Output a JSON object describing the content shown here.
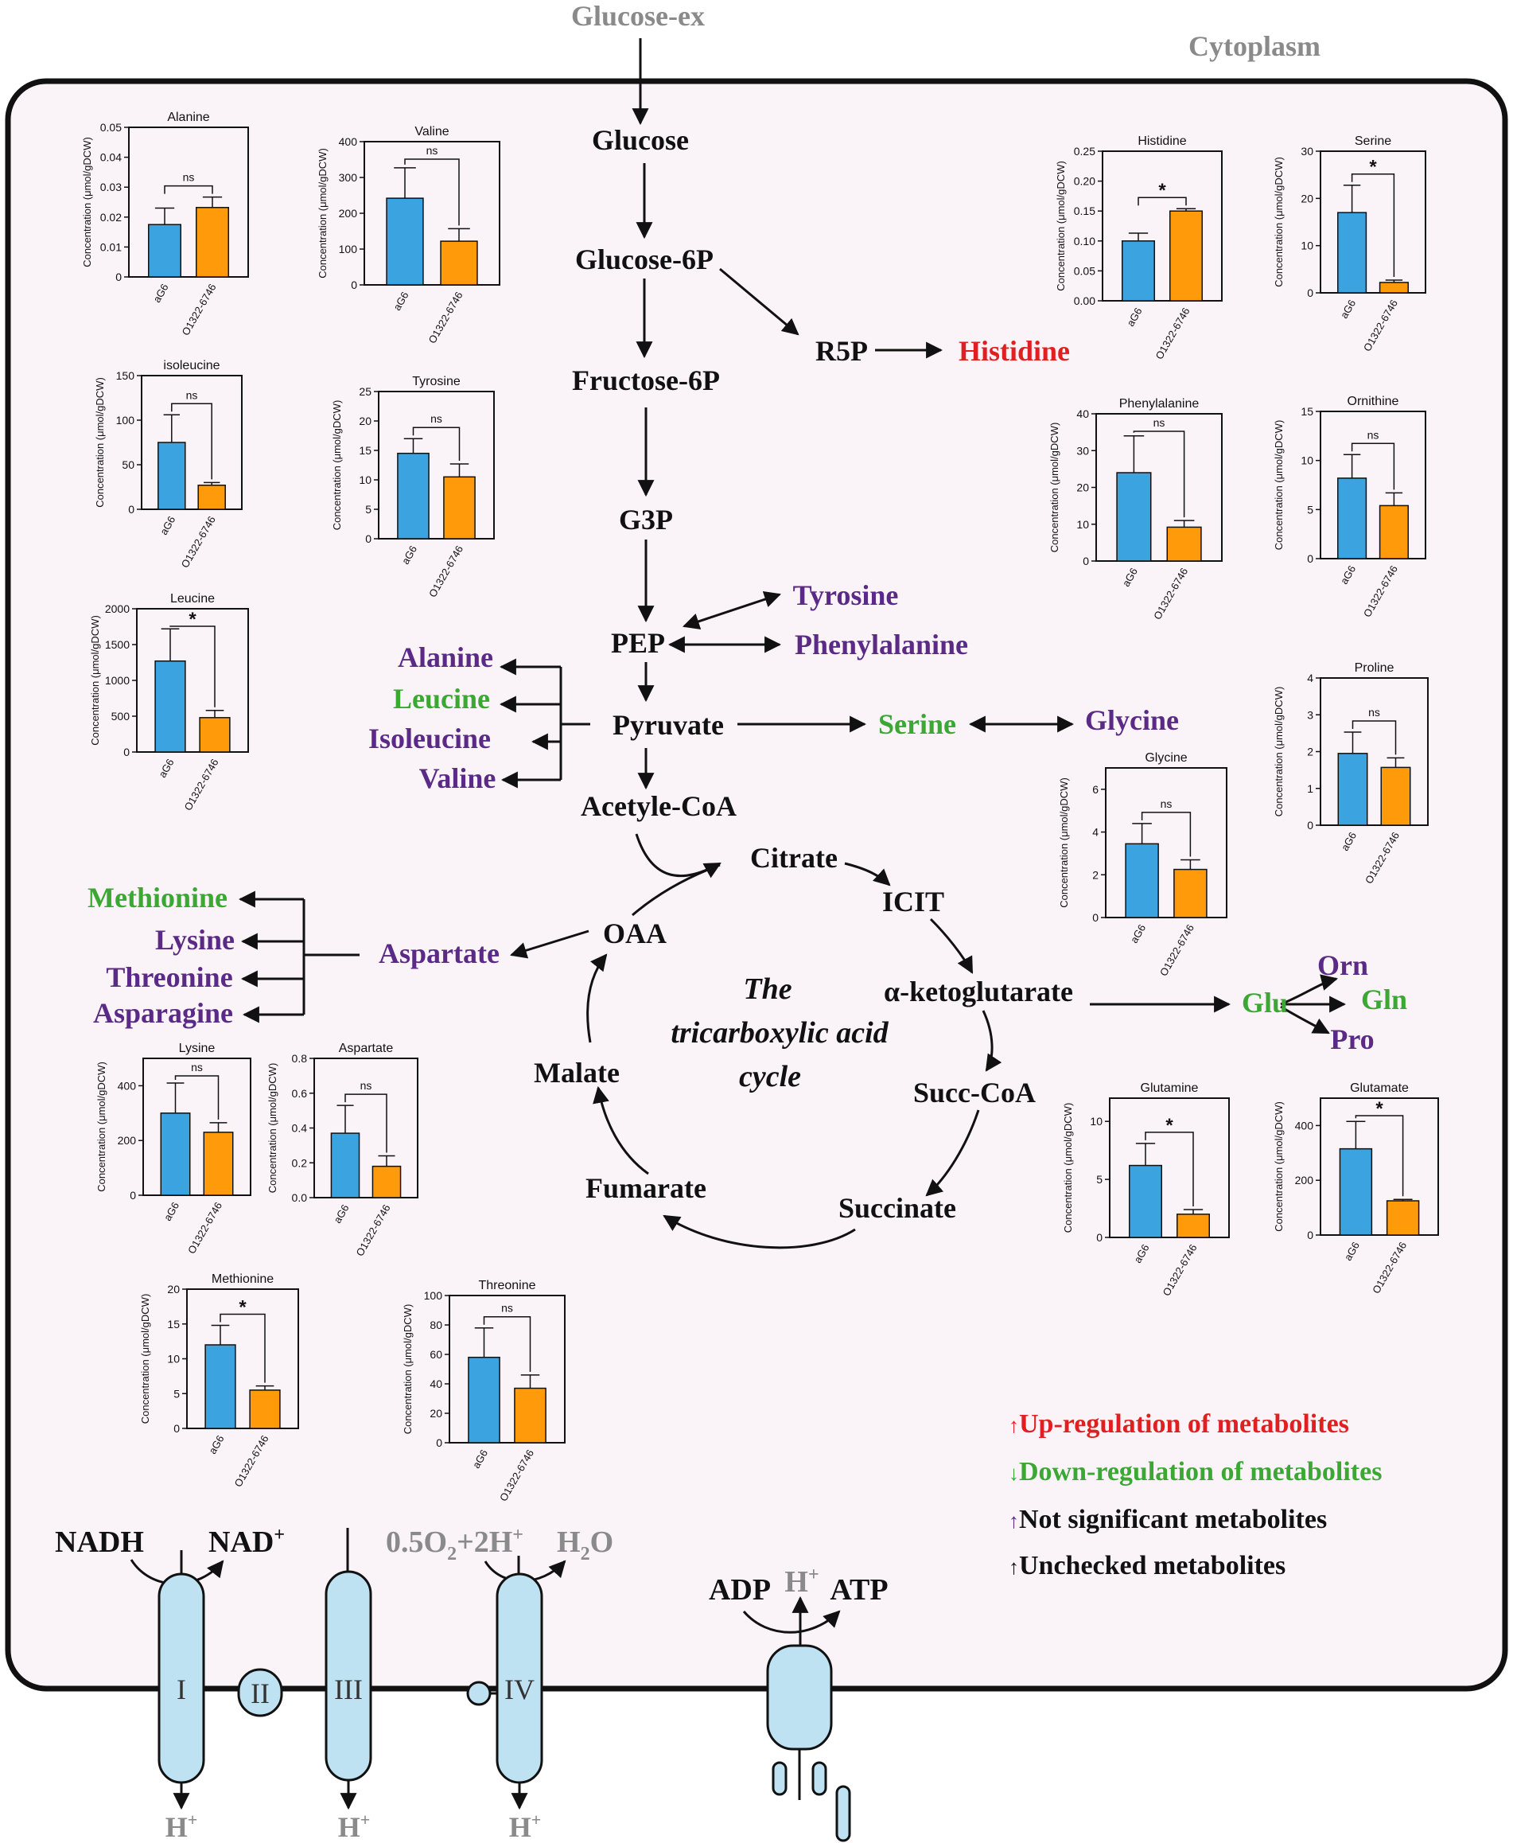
{
  "colors": {
    "up": "#e02020",
    "down": "#3aa832",
    "ns": "#5a2a86",
    "unchecked": "#111111",
    "external": "#8a8a8a",
    "bar_control": "#3aa3e0",
    "bar_mutant": "#ff9a0a",
    "cell_bg": "#faf4f8",
    "complex": "#bfe2f2"
  },
  "labels": {
    "glucose_ex": "Glucose-ex",
    "cytoplasm": "Cytoplasm",
    "tca_line1": "The",
    "tca_line2": "tricarboxylic acid",
    "tca_line3": "cycle"
  },
  "nodes": {
    "glucose": "Glucose",
    "glucose6p": "Glucose-6P",
    "fructose6p": "Fructose-6P",
    "g3p": "G3P",
    "pep": "PEP",
    "pyruvate": "Pyruvate",
    "acetylcoa": "Acetyle-CoA",
    "citrate": "Citrate",
    "icit": "ICIT",
    "akg": "α-ketoglutarate",
    "succcoa": "Succ-CoA",
    "succinate": "Succinate",
    "fumarate": "Fumarate",
    "malate": "Malate",
    "oaa": "OAA",
    "r5p": "R5P",
    "histidine": "Histidine",
    "tyrosine": "Tyrosine",
    "phenylalanine": "Phenylalanine",
    "alanine": "Alanine",
    "leucine": "Leucine",
    "isoleucine": "Isoleucine",
    "valine": "Valine",
    "serine": "Serine",
    "glycine": "Glycine",
    "aspartate": "Aspartate",
    "methionine": "Methionine",
    "lysine": "Lysine",
    "threonine": "Threonine",
    "asparagine": "Asparagine",
    "glu": "Glu",
    "orn": "Orn",
    "gln": "Gln",
    "pro": "Pro"
  },
  "legend": {
    "up": {
      "arrow": "↑",
      "text": "Up-regulation of metabolites"
    },
    "down": {
      "arrow": "↓",
      "text": "Down-regulation of metabolites"
    },
    "ns": {
      "arrow": "↑",
      "text": "Not significant metabolites"
    },
    "unchecked": {
      "arrow": "↑",
      "text": "Unchecked metabolites"
    }
  },
  "etc": {
    "nadh": "NADH",
    "nad": "NAD",
    "nad_sup": "+",
    "o2": "0.5O",
    "o2_sub": "2",
    "o2_rest": "+2H",
    "o2_sup": "+",
    "h2o_h": "H",
    "h2o_sub": "2",
    "h2o_o": "O",
    "adp": "ADP",
    "atp": "ATP",
    "h": "H",
    "h_sup": "+",
    "complex_i": "I",
    "complex_ii": "II",
    "complex_iii": "III",
    "complex_iv": "IV"
  },
  "chart_data": [
    {
      "type": "bar",
      "title": "Alanine",
      "categories": [
        "aG6",
        "O1322-6746"
      ],
      "values": [
        0.0175,
        0.0232
      ],
      "errors": [
        0.0055,
        0.0035
      ],
      "ylabel": "Concentration (μmol/gDCW)",
      "ylim": [
        0,
        0.05
      ],
      "yticks": [
        "0",
        "0.01",
        "0.02",
        "0.03",
        "0.04",
        "0.05"
      ],
      "significance": "ns"
    },
    {
      "type": "bar",
      "title": "Valine",
      "categories": [
        "aG6",
        "O1322-6746"
      ],
      "values": [
        242,
        122
      ],
      "errors": [
        85,
        35
      ],
      "ylabel": "Concentration (μmol/gDCW)",
      "ylim": [
        0,
        400
      ],
      "yticks": [
        "0",
        "100",
        "200",
        "300",
        "400"
      ],
      "significance": "ns"
    },
    {
      "type": "bar",
      "title": "isoleucine",
      "categories": [
        "aG6",
        "O1322-6746"
      ],
      "values": [
        75,
        27
      ],
      "errors": [
        31,
        3
      ],
      "ylabel": "Concentration (μmol/gDCW)",
      "ylim": [
        0,
        150
      ],
      "yticks": [
        "0",
        "50",
        "100",
        "150"
      ],
      "significance": "ns"
    },
    {
      "type": "bar",
      "title": "Tyrosine",
      "categories": [
        "aG6",
        "O1322-6746"
      ],
      "values": [
        14.5,
        10.5
      ],
      "errors": [
        2.5,
        2.2
      ],
      "ylabel": "Concentration (μmol/gDCW)",
      "ylim": [
        0,
        25
      ],
      "yticks": [
        "0",
        "5",
        "10",
        "15",
        "20",
        "25"
      ],
      "significance": "ns"
    },
    {
      "type": "bar",
      "title": "Leucine",
      "categories": [
        "aG6",
        "O1322-6746"
      ],
      "values": [
        1270,
        480
      ],
      "errors": [
        450,
        100
      ],
      "ylabel": "Concentration (μmol/gDCW)",
      "ylim": [
        0,
        2000
      ],
      "yticks": [
        "0",
        "500",
        "1000",
        "1500",
        "2000"
      ],
      "significance": "*"
    },
    {
      "type": "bar",
      "title": "Histidine",
      "categories": [
        "aG6",
        "O1322-6746"
      ],
      "values": [
        0.1,
        0.15
      ],
      "errors": [
        0.013,
        0.004
      ],
      "ylabel": "Concentration (μmol/gDCW)",
      "ylim": [
        0,
        0.25
      ],
      "yticks": [
        "0.00",
        "0.05",
        "0.10",
        "0.15",
        "0.20",
        "0.25"
      ],
      "significance": "*"
    },
    {
      "type": "bar",
      "title": "Serine",
      "categories": [
        "aG6",
        "O1322-6746"
      ],
      "values": [
        17,
        2.2
      ],
      "errors": [
        5.8,
        0.5
      ],
      "ylabel": "Concentration (μmol/gDCW)",
      "ylim": [
        0,
        30
      ],
      "yticks": [
        "0",
        "10",
        "20",
        "30"
      ],
      "significance": "*"
    },
    {
      "type": "bar",
      "title": "Phenylalanine",
      "categories": [
        "aG6",
        "O1322-6746"
      ],
      "values": [
        24,
        9.2
      ],
      "errors": [
        10,
        1.8
      ],
      "ylabel": "Concentration (μmol/gDCW)",
      "ylim": [
        0,
        40
      ],
      "yticks": [
        "0",
        "10",
        "20",
        "30",
        "40"
      ],
      "significance": "ns"
    },
    {
      "type": "bar",
      "title": "Ornithine",
      "categories": [
        "aG6",
        "O1322-6746"
      ],
      "values": [
        8.2,
        5.4
      ],
      "errors": [
        2.4,
        1.3
      ],
      "ylabel": "Concentration (μmol/gDCW)",
      "ylim": [
        0,
        15
      ],
      "yticks": [
        "0",
        "5",
        "10",
        "15"
      ],
      "significance": "ns"
    },
    {
      "type": "bar",
      "title": "Proline",
      "categories": [
        "aG6",
        "O1322-6746"
      ],
      "values": [
        1.95,
        1.57
      ],
      "errors": [
        0.58,
        0.26
      ],
      "ylabel": "Concentration (μmol/gDCW)",
      "ylim": [
        0,
        4
      ],
      "yticks": [
        "0",
        "1",
        "2",
        "3",
        "4"
      ],
      "significance": "ns"
    },
    {
      "type": "bar",
      "title": "Glycine",
      "categories": [
        "aG6",
        "O1322-6746"
      ],
      "values": [
        3.45,
        2.25
      ],
      "errors": [
        0.95,
        0.45
      ],
      "ylabel": "Concentration (μmol/gDCW)",
      "ylim": [
        0,
        7
      ],
      "yticks": [
        "0",
        "2",
        "4",
        "6"
      ],
      "significance": "ns"
    },
    {
      "type": "bar",
      "title": "Lysine",
      "categories": [
        "aG6",
        "O1322-6746"
      ],
      "values": [
        300,
        230
      ],
      "errors": [
        110,
        35
      ],
      "ylabel": "Concentration (μmol/gDCW)",
      "ylim": [
        0,
        500
      ],
      "yticks": [
        "0",
        "200",
        "400"
      ],
      "significance": "ns"
    },
    {
      "type": "bar",
      "title": "Aspartate",
      "categories": [
        "aG6",
        "O1322-6746"
      ],
      "values": [
        0.37,
        0.18
      ],
      "errors": [
        0.16,
        0.06
      ],
      "ylabel": "Concentration (μmol/gDCW)",
      "ylim": [
        0,
        0.8
      ],
      "yticks": [
        "0.0",
        "0.2",
        "0.4",
        "0.6",
        "0.8"
      ],
      "significance": "ns"
    },
    {
      "type": "bar",
      "title": "Glutamine",
      "categories": [
        "aG6",
        "O1322-6746"
      ],
      "values": [
        6.2,
        2
      ],
      "errors": [
        1.9,
        0.4
      ],
      "ylabel": "Concentration (μmol/gDCW)",
      "ylim": [
        0,
        12
      ],
      "yticks": [
        "0",
        "5",
        "10"
      ],
      "significance": "*"
    },
    {
      "type": "bar",
      "title": "Glutamate",
      "categories": [
        "aG6",
        "O1322-6746"
      ],
      "values": [
        315,
        125
      ],
      "errors": [
        100,
        5
      ],
      "ylabel": "Concentration (μmol/gDCW)",
      "ylim": [
        0,
        500
      ],
      "yticks": [
        "0",
        "200",
        "400"
      ],
      "significance": "*"
    },
    {
      "type": "bar",
      "title": "Methionine",
      "categories": [
        "aG6",
        "O1322-6746"
      ],
      "values": [
        12,
        5.5
      ],
      "errors": [
        2.8,
        0.6
      ],
      "ylabel": "Concentration (μmol/gDCW)",
      "ylim": [
        0,
        20
      ],
      "yticks": [
        "0",
        "5",
        "10",
        "15",
        "20"
      ],
      "significance": "*"
    },
    {
      "type": "bar",
      "title": "Threonine",
      "categories": [
        "aG6",
        "O1322-6746"
      ],
      "values": [
        58,
        37
      ],
      "errors": [
        20,
        9
      ],
      "ylabel": "Concentration (μmol/gDCW)",
      "ylim": [
        0,
        100
      ],
      "yticks": [
        "0",
        "20",
        "40",
        "60",
        "80",
        "100"
      ],
      "significance": "ns"
    }
  ]
}
